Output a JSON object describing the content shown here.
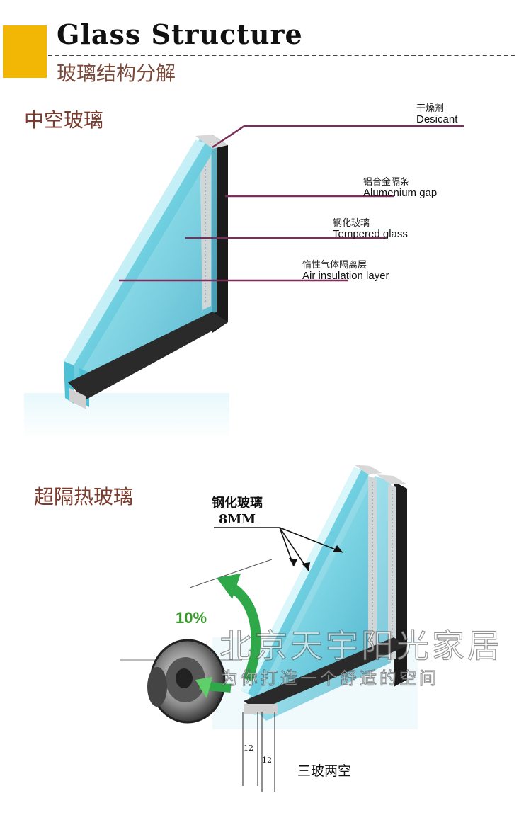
{
  "header": {
    "title_en": "Glass Structure",
    "title_cn": "玻璃结构分解"
  },
  "section1": {
    "title": "中空玻璃",
    "labels": [
      {
        "cn": "干燥剂",
        "en": "Desicant"
      },
      {
        "cn": "铝合金隔条",
        "en": "Alumenium  gap"
      },
      {
        "cn": "钢化玻璃",
        "en": "Tempered glass"
      },
      {
        "cn": "惰性气体隔离层",
        "en": "Air insulation layer"
      }
    ]
  },
  "section2": {
    "title": "超隔热玻璃",
    "callout_line1": "钢化玻璃",
    "callout_line2": "8MM",
    "percent": "10%",
    "gap1": "12",
    "gap2": "12",
    "bottom_label": "三玻两空"
  },
  "watermark": {
    "line1": "北京天宇阳光家居",
    "line2": "为你打造一个舒适的空间"
  },
  "colors": {
    "accent": "#f2b705",
    "leader": "#7a2e5a",
    "glass": "#6fcfe0",
    "arrow_green": "#2fa84a"
  },
  "icons": {
    "speaker": "speaker-icon",
    "arrow": "curved-arrow-icon"
  }
}
